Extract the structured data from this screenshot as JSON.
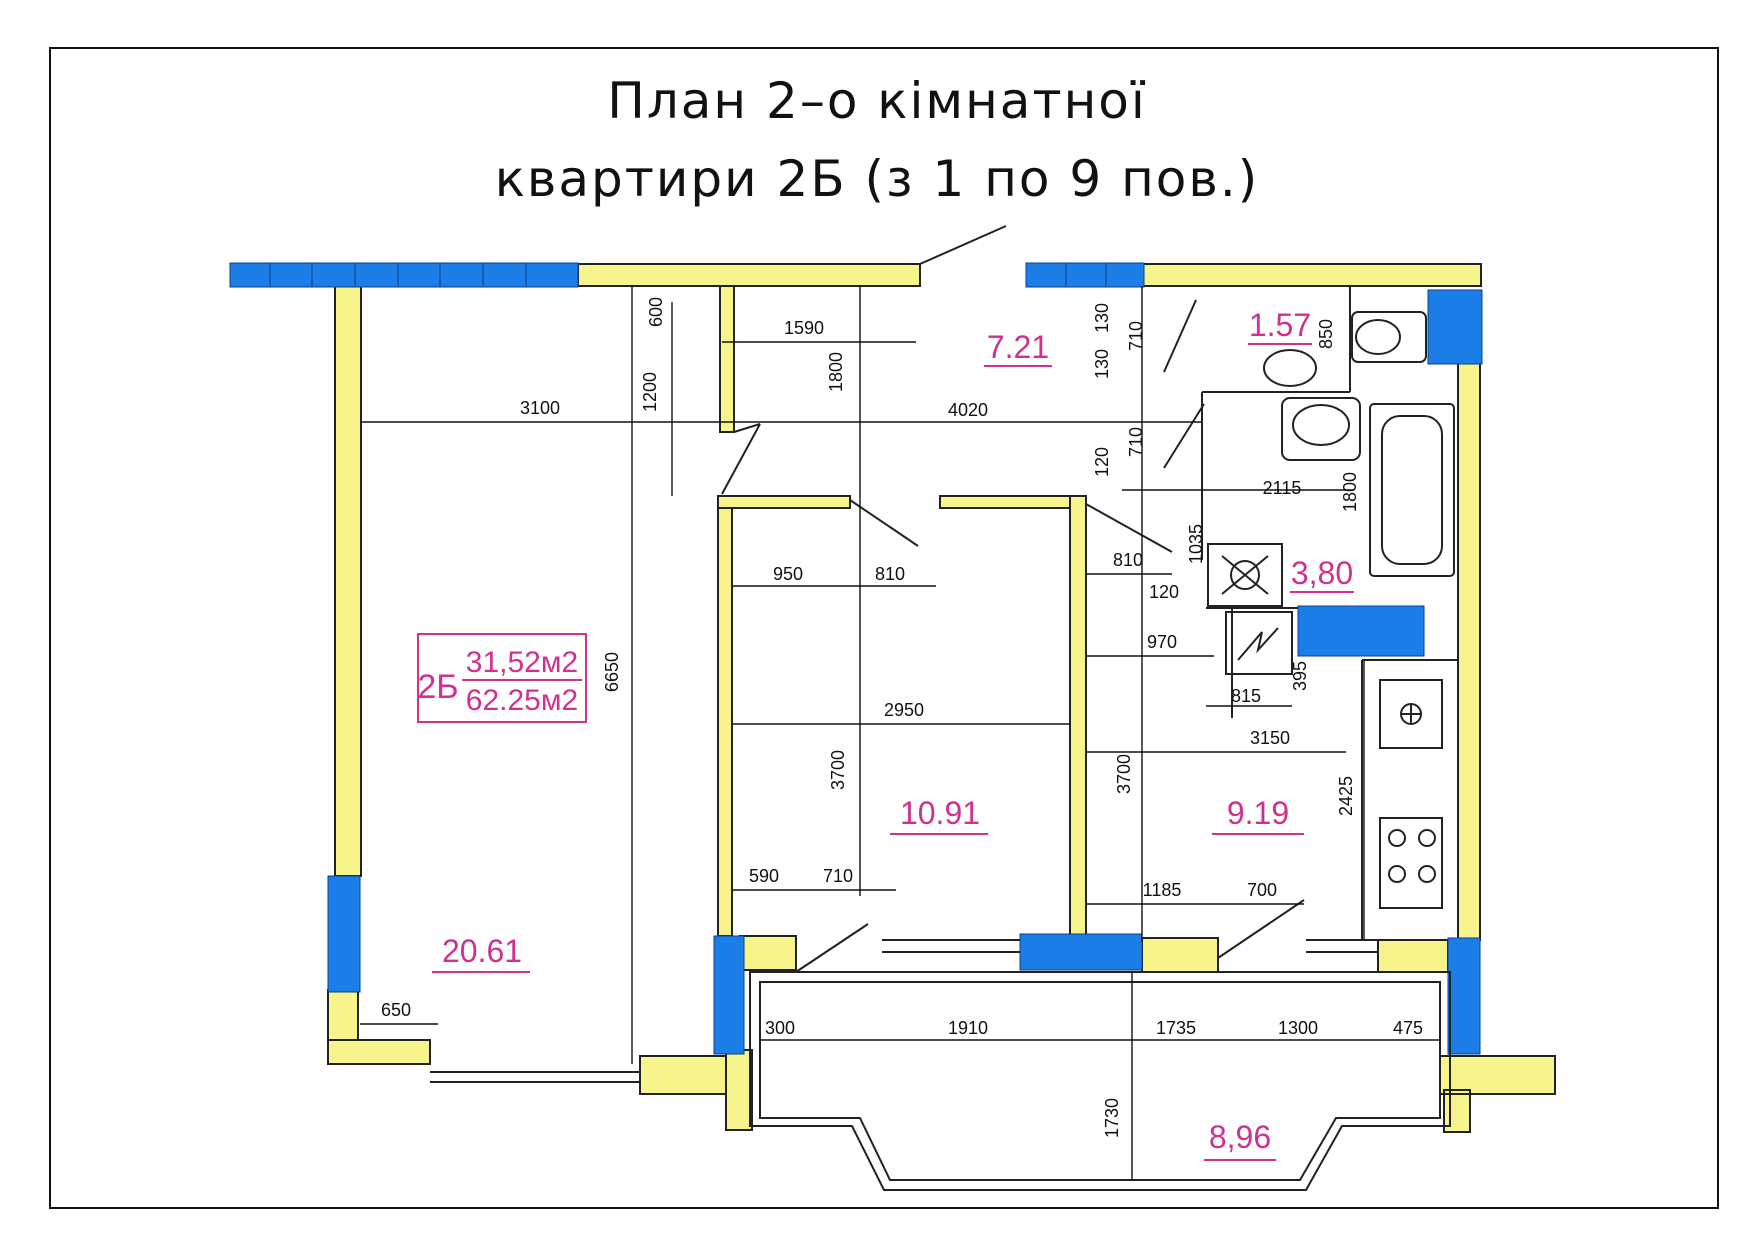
{
  "title": {
    "line1": "План 2–о кімнатної",
    "line2": "квартири 2Б (з 1 по 9 пов.)"
  },
  "apartment_label": {
    "code": "2Б",
    "living_area": "31,52м2",
    "total_area": "62.25м2"
  },
  "room_areas": [
    "7.21",
    "1.57",
    "3,80",
    "10.91",
    "9.19",
    "20.61",
    "8,96"
  ],
  "dimensions": [
    "600",
    "1590",
    "130",
    "710",
    "130",
    "850",
    "1200",
    "1800",
    "3100",
    "4020",
    "710",
    "120",
    "2115",
    "1800",
    "810",
    "950",
    "810",
    "1035",
    "120",
    "970",
    "6650",
    "2950",
    "815",
    "395",
    "3150",
    "3700",
    "3700",
    "2425",
    "590",
    "710",
    "1185",
    "700",
    "650",
    "300",
    "1910",
    "1735",
    "1300",
    "475",
    "1730"
  ],
  "colors": {
    "wall_fill": "#f6f48a",
    "window_fill": "#1a7ee6",
    "area_text": "#d0318f",
    "line": "#111111"
  }
}
